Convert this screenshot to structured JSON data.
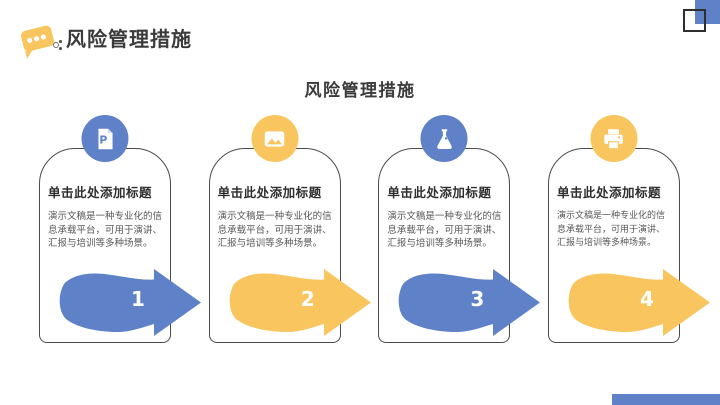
{
  "header": {
    "title": "风险管理措施"
  },
  "center_title": "风险管理措施",
  "cards": [
    {
      "step": "1",
      "icon": "document-p-icon",
      "accent": "#5E81C8",
      "title": "单击此处添加标题",
      "body": "演示文稿是一种专业化的信息承载平台，可用于演讲、汇报与培训等多种场景。"
    },
    {
      "step": "2",
      "icon": "image-icon",
      "accent": "#F8C55E",
      "title": "单击此处添加标题",
      "body": "演示文稿是一种专业化的信息承载平台，可用于演讲、汇报与培训等多种场景。"
    },
    {
      "step": "3",
      "icon": "flask-icon",
      "accent": "#5E81C8",
      "title": "单击此处添加标题",
      "body": "演示文稿是一种专业化的信息承载平台，可用于演讲、汇报与培训等多种场景。"
    },
    {
      "step": "4",
      "icon": "printer-icon",
      "accent": "#F8C55E",
      "title": "单击此处添加标题",
      "body": "演示文稿是一种专业化的信息承载平台，可用于演讲、汇报与培训等多种场景。"
    }
  ],
  "colors": {
    "blue": "#5E81C8",
    "yellow": "#F8C55E",
    "title_text": "#3B3B3B",
    "body_text": "#575757"
  }
}
